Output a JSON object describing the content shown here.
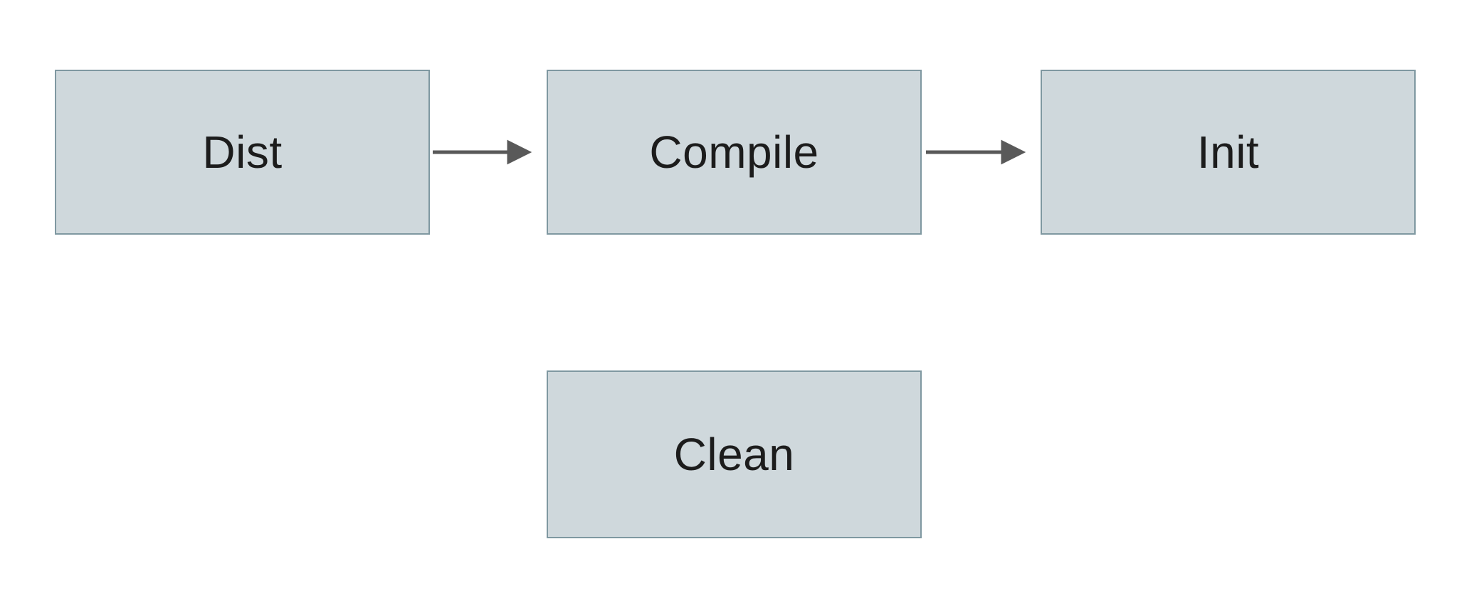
{
  "diagram": {
    "nodes": [
      {
        "id": "dist",
        "label": "Dist"
      },
      {
        "id": "compile",
        "label": "Compile"
      },
      {
        "id": "init",
        "label": "Init"
      },
      {
        "id": "clean",
        "label": "Clean"
      }
    ],
    "edges": [
      {
        "from": "Dist",
        "to": "Compile"
      },
      {
        "from": "Compile",
        "to": "Init"
      }
    ],
    "colors": {
      "node_fill": "#cfd8dc",
      "node_border": "#7f98a1",
      "arrow": "#595959",
      "text": "#1c1c1c",
      "background": "#ffffff"
    }
  }
}
